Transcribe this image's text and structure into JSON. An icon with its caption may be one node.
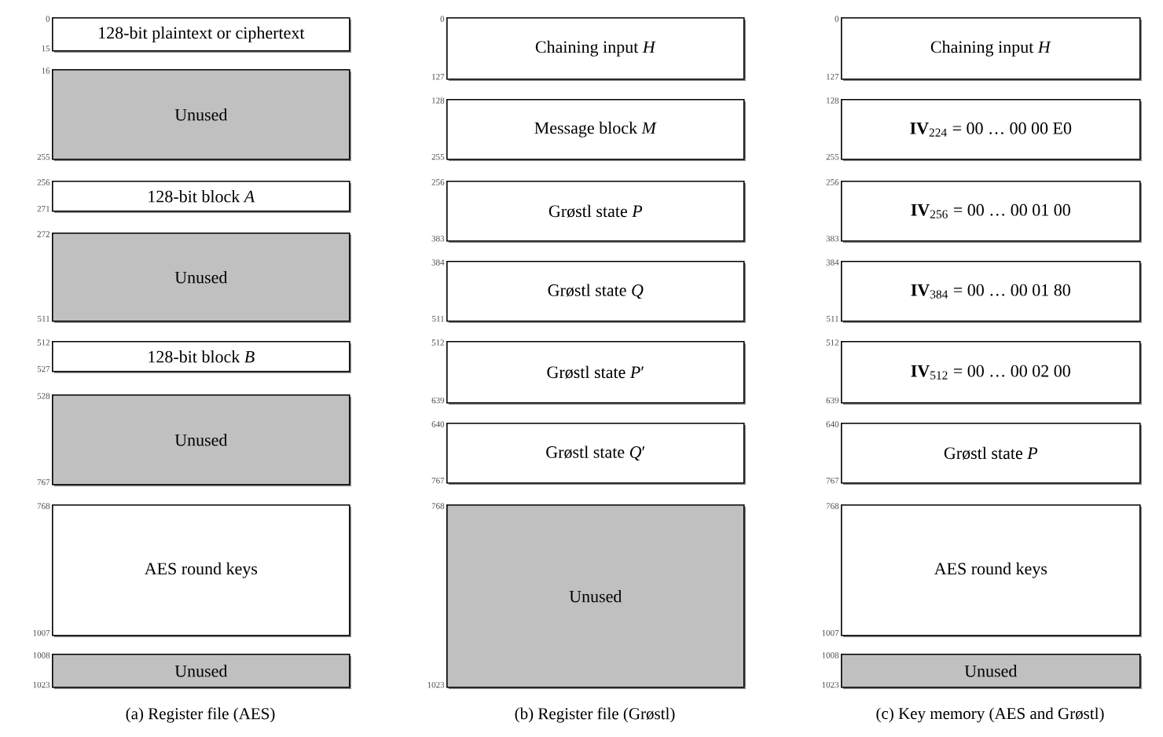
{
  "diagram": {
    "nodes": [
      {
        "text": [
          "128-bit plaintext or ciphertext"
        ],
        "beside": [
          "0",
          "15"
        ]
      },
      {
        "text": [
          "Unused"
        ],
        "beside": [
          "16",
          "255"
        ]
      },
      {
        "text": [
          "128-bit block *A*"
        ],
        "beside": [
          "256",
          "271"
        ]
      },
      {
        "text": [
          "Unused"
        ],
        "beside": [
          "272",
          "511"
        ]
      },
      {
        "text": [
          "128-bit block *B*"
        ],
        "beside": [
          "512",
          "527"
        ]
      },
      {
        "text": [
          "Unused"
        ],
        "beside": [
          "528",
          "767"
        ]
      },
      {
        "text": [
          "AES round keys"
        ],
        "beside": [
          "768",
          "1007"
        ]
      },
      {
        "text": [
          "Unused"
        ],
        "beside": [
          "1008",
          "1023"
        ]
      },
      {
        "text": [
          "Chaining input *H*"
        ],
        "beside": [
          "0",
          "127"
        ]
      },
      {
        "text": [
          "Message block *M*"
        ],
        "beside": [
          "128",
          "255"
        ]
      },
      {
        "text": [
          "Grøstl state *P*"
        ],
        "beside": [
          "256",
          "383"
        ]
      },
      {
        "text": [
          "Grøstl state *Q*"
        ],
        "beside": [
          "384",
          "511"
        ]
      },
      {
        "text": [
          "Grøstl state *P*′"
        ],
        "beside": [
          "512",
          "639"
        ]
      },
      {
        "text": [
          "Grøstl state *Q*′"
        ],
        "beside": [
          "640",
          "767"
        ]
      },
      {
        "text": [
          "Unused"
        ],
        "beside": [
          "768",
          "1023"
        ]
      },
      {
        "text": [
          "Chaining input *H*"
        ],
        "beside": [
          "0",
          "127"
        ]
      },
      {
        "text": [
          "**IV**$_{224}$ = 00 … 00 00 E0"
        ],
        "beside": [
          "128",
          "255"
        ]
      },
      {
        "text": [
          "**IV**$_{256}$ = 00 … 00 01 00"
        ],
        "beside": [
          "256",
          "383"
        ]
      },
      {
        "text": [
          "**IV**$_{384}$ = 00 … 00 01 80"
        ],
        "beside": [
          "384",
          "511"
        ]
      },
      {
        "text": [
          "**IV**$_{512}$ = 00 … 00 02 00"
        ],
        "beside": [
          "512",
          "639"
        ]
      },
      {
        "text": [
          "Grøstl state *P*"
        ],
        "beside": [
          "640",
          "767"
        ]
      },
      {
        "text": [
          "AES round keys"
        ],
        "beside": [
          "768",
          "1007"
        ]
      },
      {
        "text": [
          "Unused"
        ],
        "beside": [
          "1008",
          "1023"
        ]
      }
    ],
    "labels": [
      "(a) Register file (AES)",
      "(b) Register file (Grøstl)",
      "(c) Key memory (AES and Grøstl)"
    ]
  }
}
